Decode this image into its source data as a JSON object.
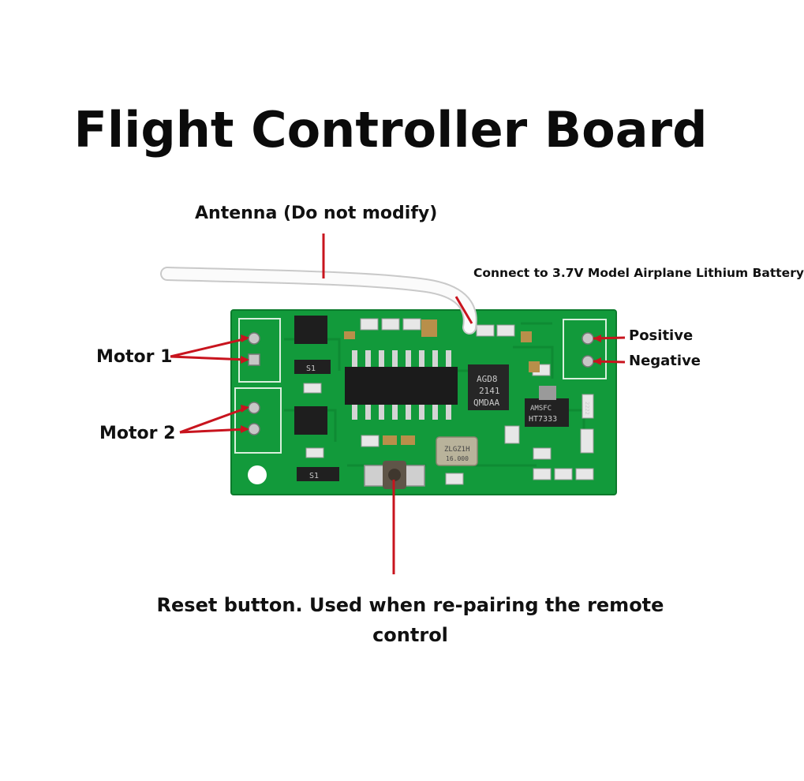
{
  "title": "Flight Controller Board",
  "labels": {
    "antenna": "Antenna (Do not modify)",
    "battery": "Connect to 3.7V Model Airplane Lithium Battery",
    "motor1": "Motor 1",
    "motor2": "Motor 2",
    "positive": "Positive",
    "negative": "Negative",
    "reset": "Reset button. Used when re-pairing the remote control"
  },
  "board_markings": {
    "mcu_line1": "AGD8",
    "mcu_line2": "2141",
    "mcu_line3": "QMDAA",
    "regulator_line1": "HT7333",
    "regulator_line2": "AMSFC",
    "crystal_line1": "ZLGZ1H",
    "crystal_line2": "16.000",
    "diode_top": "S1",
    "diode_bottom": "S1",
    "resistor_side": "2222"
  },
  "colors": {
    "pcb": "#139a3c",
    "arrow": "#c8141e"
  }
}
